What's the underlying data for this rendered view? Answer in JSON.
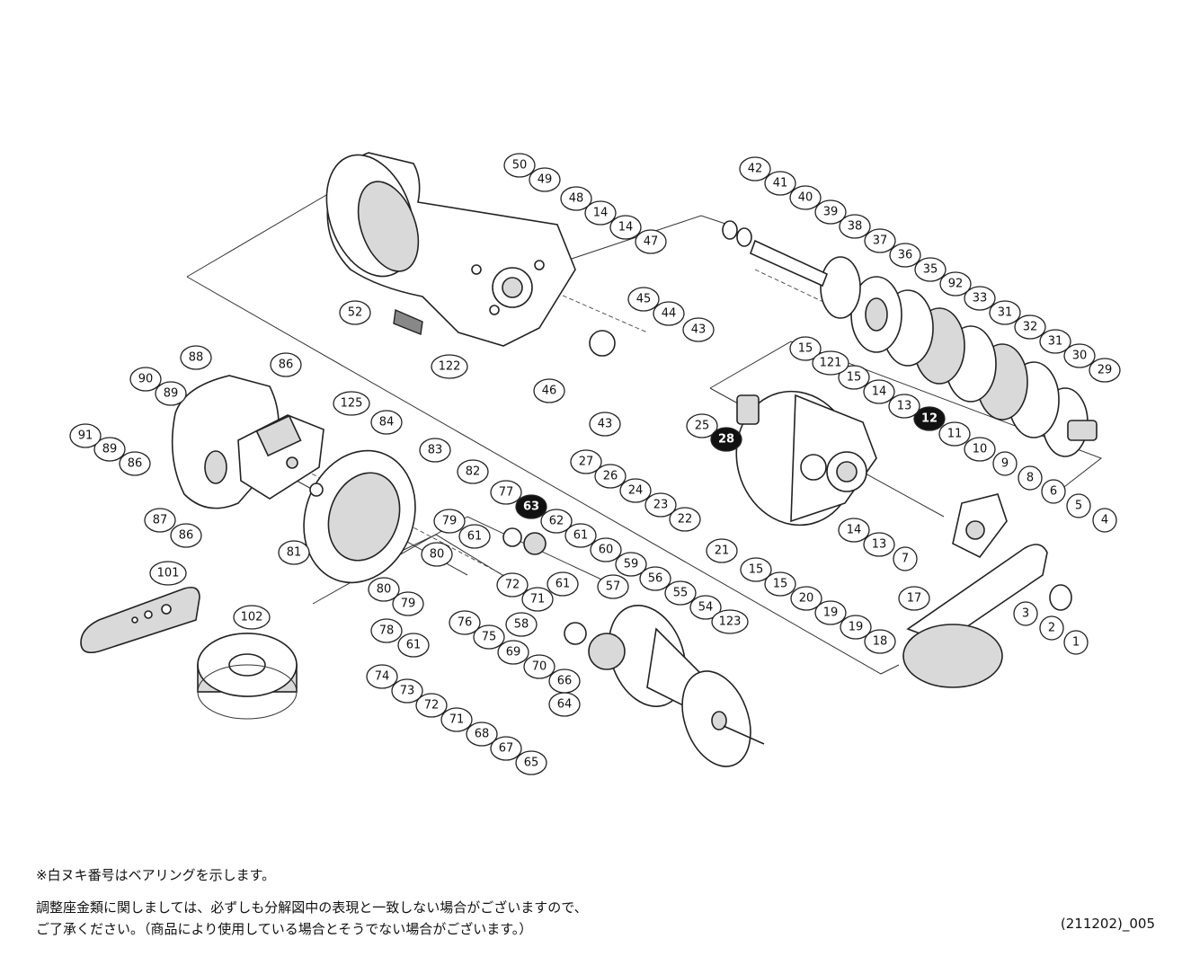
{
  "notes": {
    "line1": "※白ヌキ番号はベアリングを示します。",
    "line2": "調整座金類に関しましては、必ずしも分解図中の表現と一致しない場合がございますので、",
    "line3": "ご了承ください。（商品により使用している場合とそうでない場合がございます。）"
  },
  "diagram_code": "(211202)_005",
  "part_numbers": [
    "1",
    "2",
    "3",
    "4",
    "5",
    "6",
    "7",
    "8",
    "9",
    "10",
    "11",
    "12",
    "13",
    "14",
    "15",
    "17",
    "18",
    "19",
    "20",
    "21",
    "22",
    "23",
    "24",
    "25",
    "26",
    "27",
    "28",
    "29",
    "30",
    "31",
    "32",
    "33",
    "35",
    "36",
    "37",
    "38",
    "39",
    "40",
    "41",
    "42",
    "43",
    "44",
    "45",
    "46",
    "47",
    "48",
    "49",
    "50",
    "52",
    "54",
    "55",
    "56",
    "57",
    "58",
    "59",
    "60",
    "61",
    "62",
    "63",
    "64",
    "65",
    "66",
    "67",
    "68",
    "69",
    "70",
    "71",
    "72",
    "73",
    "74",
    "75",
    "76",
    "77",
    "78",
    "79",
    "80",
    "81",
    "82",
    "83",
    "84",
    "86",
    "87",
    "88",
    "89",
    "90",
    "91",
    "92",
    "101",
    "102",
    "121",
    "122",
    "123",
    "125"
  ],
  "bearing_parts": [
    "12",
    "28",
    "63"
  ]
}
